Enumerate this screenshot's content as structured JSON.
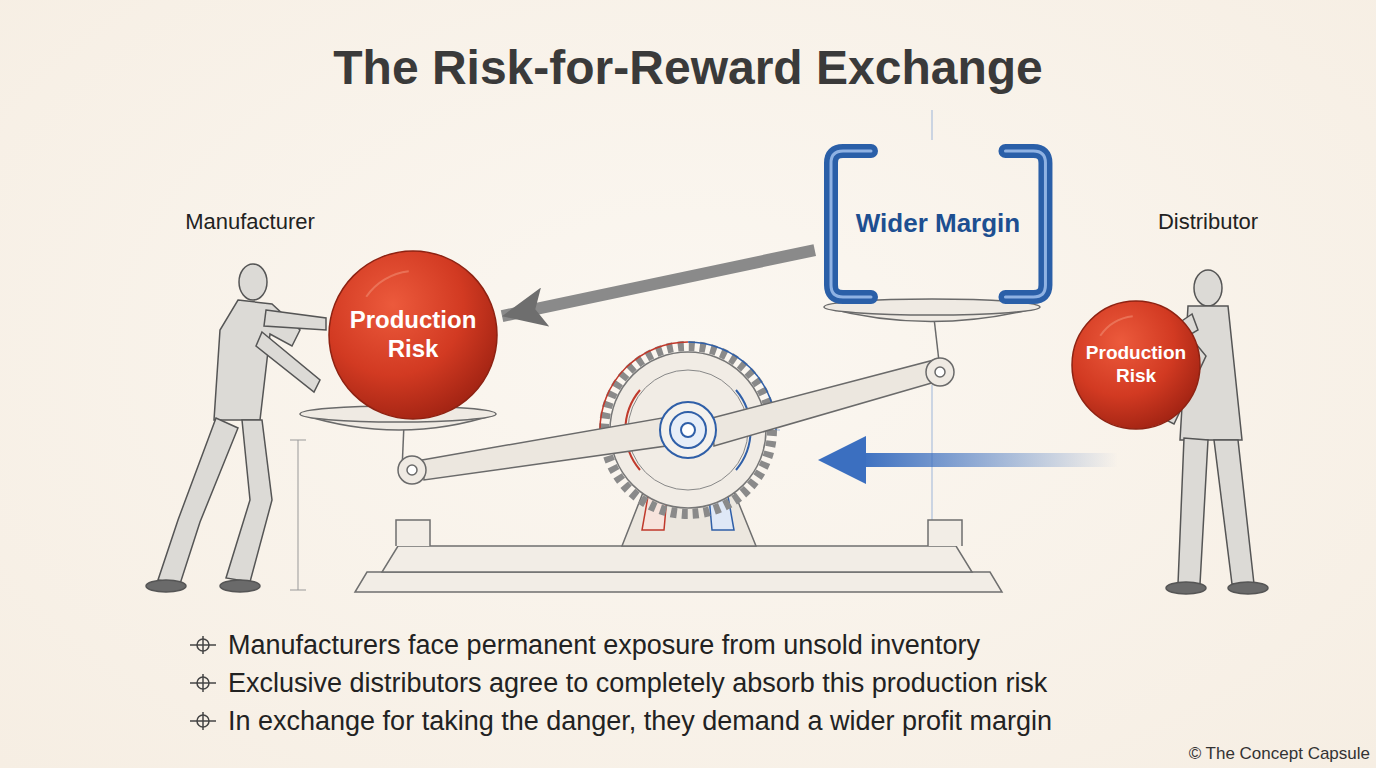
{
  "diagram": {
    "title": "The Risk-for-Reward Exchange",
    "nodes": [
      {
        "text": [
          "Production Risk"
        ]
      },
      {
        "text": [
          "Wider Margin"
        ]
      },
      {
        "text": [
          "Production Risk"
        ]
      }
    ],
    "edges": [
      {
        "from": 1,
        "to": 0,
        "arrow": "to"
      }
    ],
    "labels": [
      "Manufacturer",
      "Distributor",
      "Manufacturers face permanent exposure from unsold inventory",
      "Exclusive distributors agree to completely absorb this production risk",
      "In exchange for taking the danger, they demand a wider profit margin",
      "© The Concept Capsule"
    ]
  }
}
